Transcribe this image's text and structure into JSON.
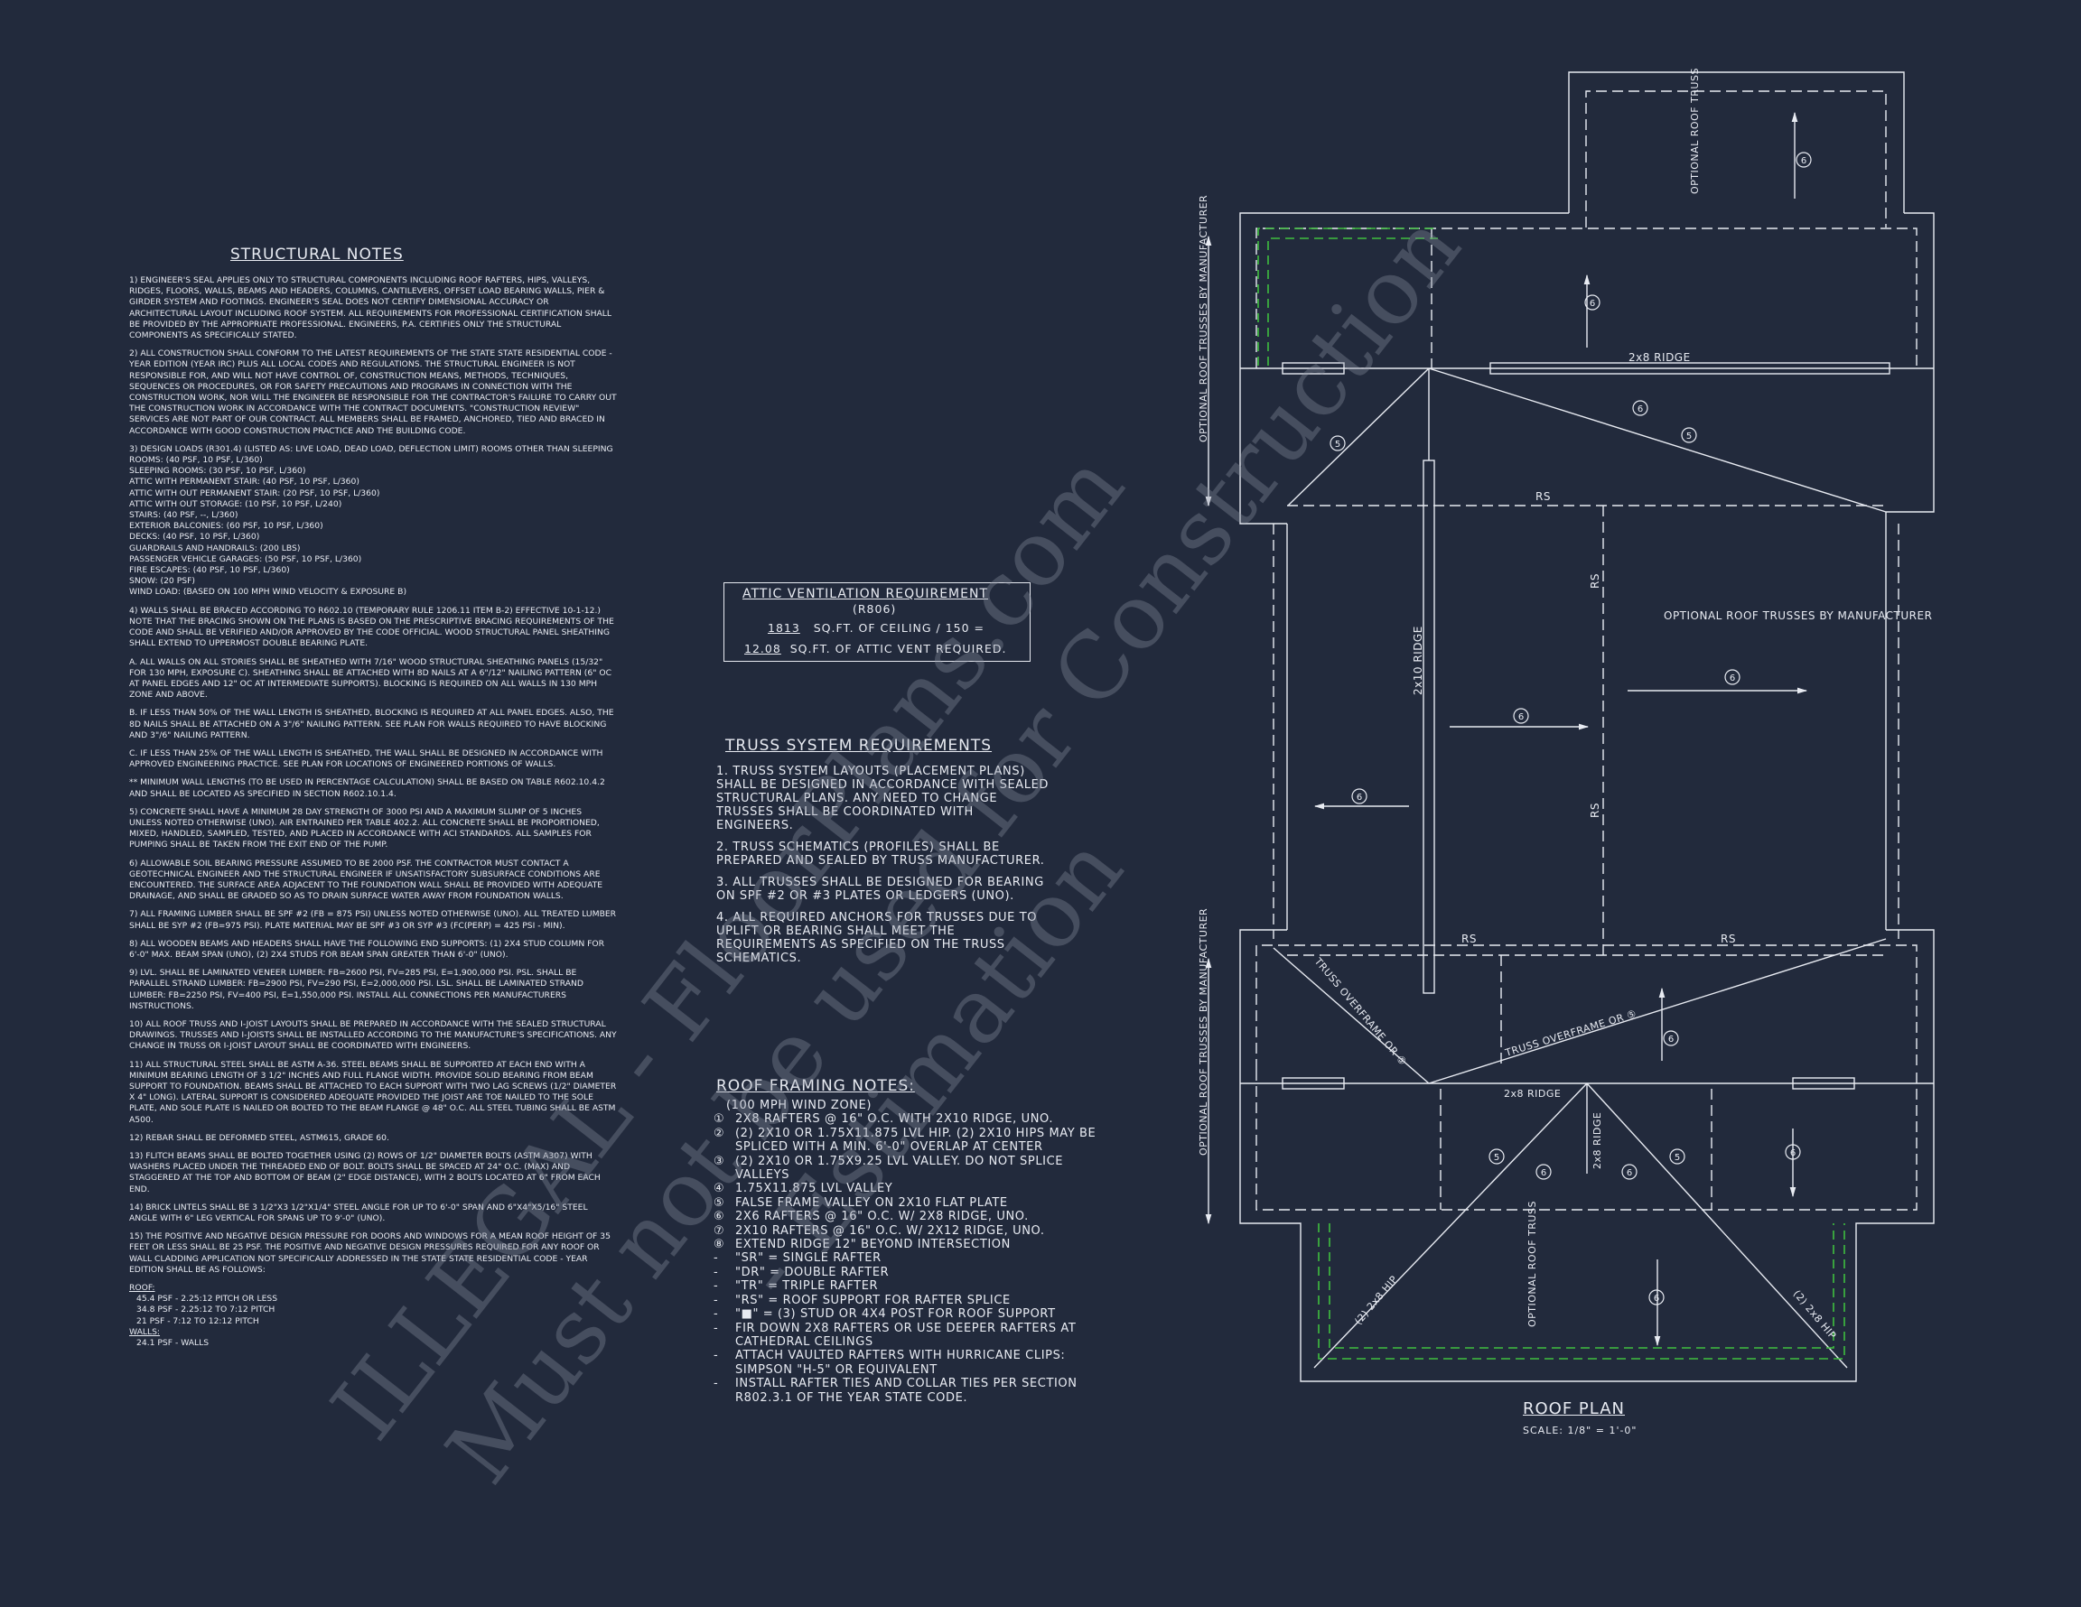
{
  "structural_notes": {
    "title": "STRUCTURAL NOTES",
    "paragraphs": [
      "1) ENGINEER'S SEAL APPLIES ONLY TO STRUCTURAL COMPONENTS INCLUDING ROOF RAFTERS, HIPS, VALLEYS, RIDGES, FLOORS, WALLS, BEAMS AND HEADERS, COLUMNS, CANTILEVERS, OFFSET LOAD BEARING WALLS, PIER & GIRDER SYSTEM AND FOOTINGS. ENGINEER'S SEAL DOES NOT CERTIFY DIMENSIONAL ACCURACY OR ARCHITECTURAL LAYOUT INCLUDING ROOF SYSTEM. ALL REQUIREMENTS FOR PROFESSIONAL CERTIFICATION SHALL BE PROVIDED BY THE APPROPRIATE PROFESSIONAL. ENGINEERS, P.A. CERTIFIES ONLY THE STRUCTURAL COMPONENTS AS SPECIFICALLY STATED.",
      "2) ALL CONSTRUCTION SHALL CONFORM TO THE LATEST REQUIREMENTS OF THE STATE STATE RESIDENTIAL CODE - YEAR EDITION (YEAR IRC) PLUS ALL LOCAL CODES AND REGULATIONS. THE STRUCTURAL ENGINEER IS NOT RESPONSIBLE FOR, AND WILL NOT HAVE CONTROL OF, CONSTRUCTION MEANS, METHODS, TECHNIQUES, SEQUENCES OR PROCEDURES, OR FOR SAFETY PRECAUTIONS AND PROGRAMS IN CONNECTION WITH THE CONSTRUCTION WORK, NOR WILL THE ENGINEER BE RESPONSIBLE FOR THE CONTRACTOR'S FAILURE TO CARRY OUT THE CONSTRUCTION WORK IN ACCORDANCE WITH THE CONTRACT DOCUMENTS. \"CONSTRUCTION REVIEW\" SERVICES ARE NOT PART OF OUR CONTRACT. ALL MEMBERS SHALL BE FRAMED, ANCHORED, TIED AND BRACED IN ACCORDANCE WITH GOOD CONSTRUCTION PRACTICE AND THE BUILDING CODE.",
      "3) DESIGN LOADS (R301.4) (LISTED AS: LIVE LOAD, DEAD LOAD, DEFLECTION LIMIT) ROOMS OTHER THAN SLEEPING ROOMS: (40 PSF, 10 PSF, L/360)\nSLEEPING ROOMS: (30 PSF, 10 PSF, L/360)\nATTIC WITH PERMANENT STAIR: (40 PSF, 10 PSF, L/360)\nATTIC WITH OUT PERMANENT STAIR: (20 PSF, 10 PSF, L/360)\nATTIC WITH OUT STORAGE: (10 PSF, 10 PSF, L/240)\nSTAIRS: (40 PSF, --, L/360)\nEXTERIOR BALCONIES: (60 PSF, 10 PSF, L/360)\nDECKS: (40 PSF, 10 PSF, L/360)\nGUARDRAILS AND HANDRAILS: (200 LBS)\nPASSENGER VEHICLE GARAGES: (50 PSF, 10 PSF, L/360)\nFIRE ESCAPES: (40 PSF, 10 PSF, L/360)\nSNOW: (20 PSF)\nWIND LOAD: (BASED ON 100 MPH WIND VELOCITY & EXPOSURE B)",
      "4) WALLS SHALL BE BRACED ACCORDING TO R602.10 (TEMPORARY RULE 1206.11 ITEM B-2) EFFECTIVE 10-1-12.) NOTE THAT THE BRACING SHOWN ON THE PLANS IS BASED ON THE PRESCRIPTIVE BRACING REQUIREMENTS OF THE CODE AND SHALL BE VERIFIED AND/OR APPROVED BY THE CODE OFFICIAL. WOOD STRUCTURAL PANEL SHEATHING SHALL EXTEND TO UPPERMOST DOUBLE BEARING PLATE.",
      "a. ALL WALLS ON ALL STORIES SHALL BE SHEATHED WITH 7/16\" WOOD STRUCTURAL SHEATHING PANELS (15/32\" FOR 130 MPH, EXPOSURE C). SHEATHING SHALL BE ATTACHED WITH 8d NAILS AT A 6\"/12\" NAILING PATTERN (6\" OC AT PANEL EDGES AND 12\" OC AT INTERMEDIATE SUPPORTS). BLOCKING IS REQUIRED ON ALL WALLS IN 130 MPH ZONE AND ABOVE.",
      "b. IF LESS THAN 50% OF THE WALL LENGTH IS SHEATHED, BLOCKING IS REQUIRED AT ALL PANEL EDGES. ALSO, THE 8d NAILS SHALL BE ATTACHED ON A 3\"/6\" NAILING PATTERN. SEE PLAN FOR WALLS REQUIRED TO HAVE BLOCKING AND 3\"/6\" NAILING PATTERN.",
      "c. IF LESS THAN 25% OF THE WALL LENGTH IS SHEATHED, THE WALL SHALL BE DESIGNED IN ACCORDANCE WITH APPROVED ENGINEERING PRACTICE. SEE PLAN FOR LOCATIONS OF ENGINEERED PORTIONS OF WALLS.",
      "** MINIMUM WALL LENGTHS (TO BE USED IN PERCENTAGE CALCULATION) SHALL BE BASED ON TABLE R602.10.4.2 AND SHALL BE LOCATED AS SPECIFIED IN SECTION R602.10.1.4.",
      "5) CONCRETE SHALL HAVE A MINIMUM 28 DAY STRENGTH OF 3000 PSI AND A MAXIMUM SLUMP OF 5 INCHES UNLESS NOTED OTHERWISE (UNO). AIR ENTRAINED PER TABLE 402.2. ALL CONCRETE SHALL BE PROPORTIONED, MIXED, HANDLED, SAMPLED, TESTED, AND PLACED IN ACCORDANCE WITH ACI STANDARDS. ALL SAMPLES FOR PUMPING SHALL BE TAKEN FROM THE EXIT END OF THE PUMP.",
      "6) ALLOWABLE SOIL BEARING PRESSURE ASSUMED TO BE 2000 PSF. THE CONTRACTOR MUST CONTACT A GEOTECHNICAL ENGINEER AND THE STRUCTURAL ENGINEER IF UNSATISFACTORY SUBSURFACE CONDITIONS ARE ENCOUNTERED. THE SURFACE AREA ADJACENT TO THE FOUNDATION WALL SHALL BE PROVIDED WITH ADEQUATE DRAINAGE, AND SHALL BE GRADED SO AS TO DRAIN SURFACE WATER AWAY FROM FOUNDATION WALLS.",
      "7) ALL FRAMING LUMBER SHALL BE SPF #2 (Fb = 875 PSI) UNLESS NOTED OTHERWISE (UNO). ALL TREATED LUMBER SHALL BE SYP #2 (Fb=975 PSI). PLATE MATERIAL MAY BE SPF #3 OR SYP #3 (Fc(perp) = 425 PSI - MIN).",
      "8) ALL WOODEN BEAMS AND HEADERS SHALL HAVE THE FOLLOWING END SUPPORTS: (1) 2x4 STUD COLUMN FOR 6'-0\" MAX. BEAM SPAN (UNO), (2) 2x4 STUDS FOR BEAM SPAN GREATER THAN 6'-0\" (UNO).",
      "9) LVL. SHALL BE LAMINATED VENEER LUMBER: Fb=2600 PSI, Fv=285 PSI, E=1,900,000 PSI. PSL. SHALL BE PARALLEL STRAND LUMBER: Fb=2900 PSI, Fv=290 PSI, E=2,000,000 PSI. LSL. SHALL BE LAMINATED STRAND LUMBER: Fb=2250 PSI, Fv=400 PSI, E=1,550,000 PSI. INSTALL ALL CONNECTIONS PER MANUFACTURERS INSTRUCTIONS.",
      "10) ALL ROOF TRUSS AND I-JOIST LAYOUTS SHALL BE PREPARED IN ACCORDANCE WITH THE SEALED STRUCTURAL DRAWINGS. TRUSSES AND I-JOISTS SHALL BE INSTALLED ACCORDING TO THE MANUFACTURE'S SPECIFICATIONS. ANY CHANGE IN TRUSS OR I-JOIST LAYOUT SHALL BE COORDINATED WITH ENGINEERS.",
      "11) ALL STRUCTURAL STEEL SHALL BE ASTM A-36. STEEL BEAMS SHALL BE SUPPORTED AT EACH END WITH A MINIMUM BEARING LENGTH OF 3 1/2\" INCHES AND FULL FLANGE WIDTH. PROVIDE SOLID BEARING FROM BEAM SUPPORT TO FOUNDATION. BEAMS SHALL BE ATTACHED TO EACH SUPPORT WITH TWO LAG SCREWS (1/2\" DIAMETER x 4\" LONG). LATERAL SUPPORT IS CONSIDERED ADEQUATE PROVIDED THE JOIST ARE TOE NAILED TO THE SOLE PLATE, AND SOLE PLATE IS NAILED OR BOLTED TO THE BEAM FLANGE @ 48\" O.C. ALL STEEL TUBING SHALL BE ASTM A500.",
      "12) REBAR SHALL BE DEFORMED STEEL, ASTM615, GRADE 60.",
      "13) FLITCH BEAMS SHALL BE BOLTED TOGETHER USING (2) ROWS OF 1/2\" DIAMETER BOLTS (ASTM A307) WITH WASHERS PLACED UNDER THE THREADED END OF BOLT. BOLTS SHALL BE SPACED AT 24\" O.C. (MAX) AND STAGGERED AT THE TOP AND BOTTOM OF BEAM (2\" EDGE DISTANCE), WITH 2 BOLTS LOCATED AT 6\" FROM EACH END.",
      "14) BRICK LINTELS SHALL BE 3 1/2\"x3 1/2\"x1/4\" STEEL ANGLE FOR UP TO 6'-0\" SPAN AND 6\"x4\"x5/16\" STEEL ANGLE WITH 6\" LEG VERTICAL FOR SPANS UP TO 9'-0\" (UNO).",
      "15) THE POSITIVE AND NEGATIVE DESIGN PRESSURE FOR DOORS AND WINDOWS FOR A MEAN ROOF HEIGHT OF 35 FEET OR LESS SHALL BE 25 PSF. THE POSITIVE AND NEGATIVE DESIGN PRESSURES REQUIRED FOR ANY ROOF OR WALL CLADDING APPLICATION NOT SPECIFICALLY ADDRESSED IN THE STATE STATE RESIDENTIAL CODE - YEAR EDITION SHALL BE AS FOLLOWS:"
    ],
    "roof_label": "ROOF:",
    "roof_lines": [
      "45.4 PSF - 2.25:12 PITCH OR LESS",
      "34.8 PSF - 2.25:12 TO 7:12 PITCH",
      "21 PSF - 7:12 TO 12:12 PITCH"
    ],
    "walls_label": "WALLS:",
    "walls_lines": [
      "24.1 PSF - WALLS"
    ]
  },
  "attic_ventilation": {
    "title": "ATTIC VENTILATION REQUIREMENT",
    "code": "(R806)",
    "ceiling_value": "1813",
    "ceiling_text": "SQ.FT. OF CEILING / 150 =",
    "vent_value": "12.08",
    "vent_text": "SQ.FT. OF ATTIC VENT REQUIRED."
  },
  "truss_requirements": {
    "title": "TRUSS SYSTEM REQUIREMENTS",
    "items": [
      "1. TRUSS SYSTEM LAYOUTS (PLACEMENT PLANS) SHALL BE DESIGNED IN ACCORDANCE WITH SEALED STRUCTURAL PLANS. ANY NEED TO CHANGE TRUSSES SHALL BE COORDINATED WITH ENGINEERS.",
      "2. TRUSS SCHEMATICS (PROFILES) SHALL BE PREPARED AND SEALED BY TRUSS MANUFACTURER.",
      "3. ALL TRUSSES SHALL BE DESIGNED FOR BEARING ON SPF #2 OR #3 PLATES OR LEDGERS (UNO).",
      "4. ALL REQUIRED ANCHORS FOR TRUSSES DUE TO UPLIFT OR BEARING SHALL MEET THE REQUIREMENTS AS SPECIFIED ON THE TRUSS SCHEMATICS."
    ]
  },
  "roof_framing_notes": {
    "title": "ROOF FRAMING NOTES:",
    "subtitle": "(100 MPH WIND ZONE)",
    "items": [
      {
        "key": "①",
        "text": "2x8 RAFTERS @ 16\" O.C. WITH 2x10 RIDGE, UNO."
      },
      {
        "key": "②",
        "text": "(2) 2x10 OR 1.75x11.875 LVL HIP. (2) 2x10 HIPS MAY BE SPLICED WITH A MIN. 6'-0\" OVERLAP AT CENTER"
      },
      {
        "key": "③",
        "text": "(2) 2x10 OR 1.75x9.25 LVL VALLEY. DO NOT SPLICE VALLEYS"
      },
      {
        "key": "④",
        "text": "1.75x11.875 LVL VALLEY"
      },
      {
        "key": "⑤",
        "text": "FALSE FRAME VALLEY ON 2x10 FLAT PLATE"
      },
      {
        "key": "⑥",
        "text": "2x6 RAFTERS @ 16\" O.C. W/ 2x8 RIDGE, UNO."
      },
      {
        "key": "⑦",
        "text": "2x10 RAFTERS @ 16\" O.C. W/ 2x12 RIDGE, UNO."
      },
      {
        "key": "⑧",
        "text": "EXTEND RIDGE 12\" BEYOND INTERSECTION"
      },
      {
        "key": "-",
        "text": "\"SR\" = SINGLE RAFTER"
      },
      {
        "key": "-",
        "text": "\"DR\" = DOUBLE RAFTER"
      },
      {
        "key": "-",
        "text": "\"TR\" = TRIPLE RAFTER"
      },
      {
        "key": "-",
        "text": "\"RS\" = ROOF SUPPORT FOR RAFTER SPLICE"
      },
      {
        "key": "-",
        "text": "\"■\" = (3) STUD OR 4x4 POST FOR ROOF SUPPORT"
      },
      {
        "key": "-",
        "text": "FIR DOWN 2x8 RAFTERS OR USE DEEPER RAFTERS AT CATHEDRAL CEILINGS"
      },
      {
        "key": "-",
        "text": "ATTACH VAULTED RAFTERS WITH HURRICANE CLIPS: SIMPSON \"H-5\" OR EQUIVALENT"
      },
      {
        "key": "-",
        "text": "INSTALL RAFTER TIES AND COLLAR TIES PER SECTION R802.3.1 OF THE YEAR STATE CODE."
      }
    ]
  },
  "roof_plan": {
    "title": "ROOF PLAN",
    "scale": "SCALE: 1/8\" = 1'-0\"",
    "labels": {
      "optional_truss_top": "OPTIONAL ROOF TRUSS",
      "optional_trusses_left_top": "OPTIONAL ROOF TRUSSES BY MANUFACTURER",
      "optional_trusses_left_bottom": "OPTIONAL ROOF TRUSSES BY MANUFACTURER",
      "optional_trusses_center": "OPTIONAL ROOF TRUSSES BY MANUFACTURER",
      "optional_truss_bottom": "OPTIONAL ROOF TRUSS",
      "ridge_2x8_top": "2x8 RIDGE",
      "ridge_2x10": "2x10 RIDGE",
      "ridge_2x8_lower": "2x8 RIDGE",
      "ridge_2x8_vertical": "2x8 RIDGE",
      "rs": "RS",
      "truss_overframe_left": "TRUSS OVERFRAME OR ⑤",
      "truss_overframe_right": "TRUSS OVERFRAME OR ⑤",
      "hip_left": "(2) 2x8 HIP",
      "hip_right": "(2) 2x8 HIP",
      "tag5": "5",
      "tag6": "6"
    }
  },
  "watermark": {
    "line1": "ILLEGAL - FloorPlans.com",
    "line2": "Must not be used for Construction",
    "line3": "- Estimation"
  },
  "colors": {
    "background": "#222a3c",
    "ink": "#e8ebf2",
    "dashed_green": "#3fbf3f",
    "watermark": "#8b91a1"
  }
}
